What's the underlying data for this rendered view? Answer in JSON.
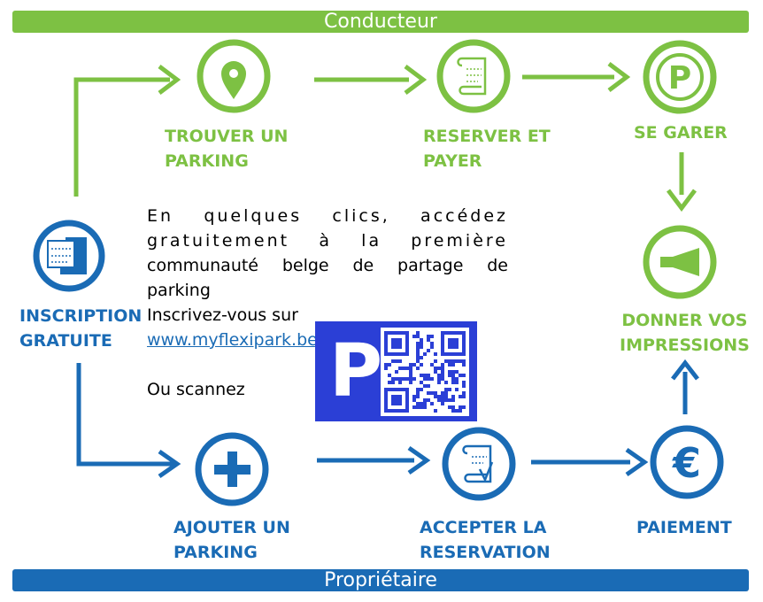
{
  "bands": {
    "driver": "Conducteur",
    "owner": "Propriétaire"
  },
  "colors": {
    "driver_green": "#7dc143",
    "owner_blue": "#1a6bb5",
    "qr_background": "#2b3fd6"
  },
  "steps": {
    "inscription": "INSCRIPTION\nGRATUITE",
    "trouver": "TROUVER UN\nPARKING",
    "reserver": "RESERVER ET\nPAYER",
    "garer": "SE GARER",
    "impressions": "DONNER VOS\nIMPRESSIONS",
    "ajouter": "AJOUTER UN\nPARKING",
    "accepter": "ACCEPTER LA\nRESERVATION",
    "paiement": "PAIEMENT"
  },
  "icons": {
    "inscription": "document-icon",
    "trouver": "map-pin-icon",
    "reserver": "scroll-icon",
    "garer": "parking-p-icon",
    "impressions": "megaphone-icon",
    "ajouter": "plus-icon",
    "accepter": "scroll-check-icon",
    "paiement": "euro-icon"
  },
  "intro": {
    "line1": "En quelques clics, accédez",
    "line2": "gratuitement à la première",
    "line3": "communauté belge de partage de",
    "line4": "parking",
    "line5": "Inscrivez-vous sur",
    "link": "www.myflexipark.be",
    "scan": "Ou scannez"
  },
  "qr": {
    "logo_letter": "P"
  }
}
